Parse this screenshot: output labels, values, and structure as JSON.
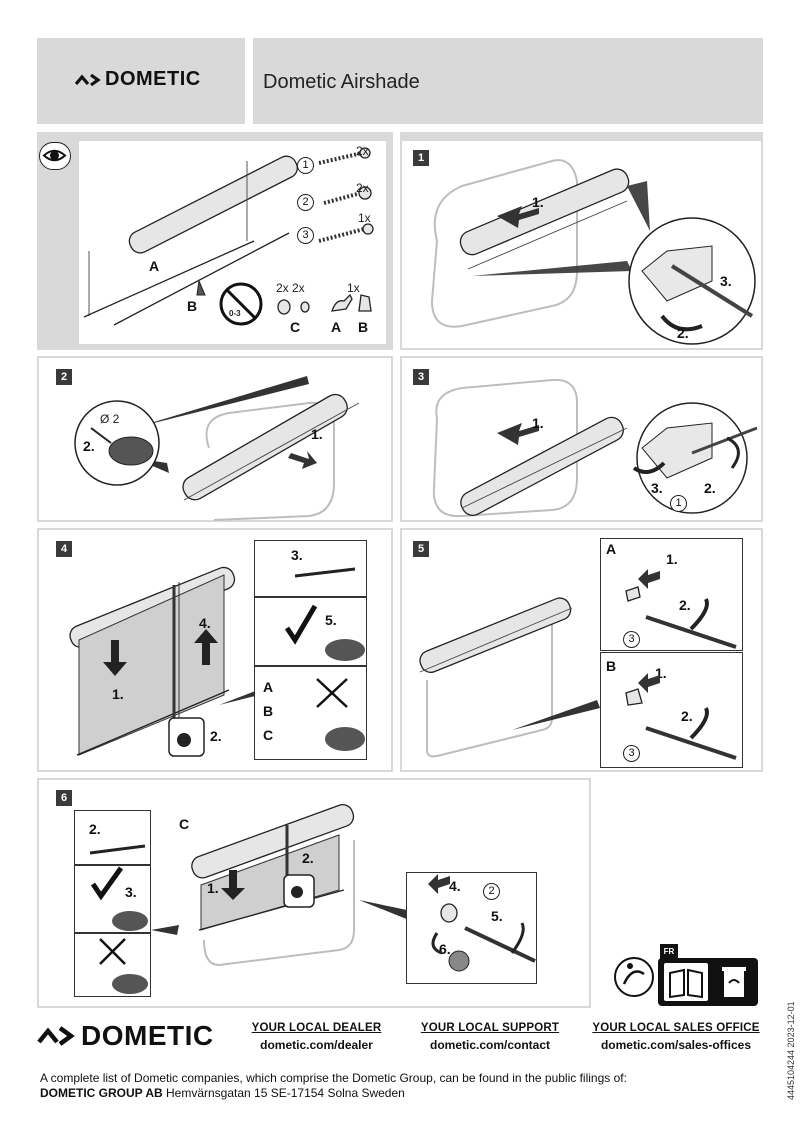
{
  "header": {
    "brand": "DOMETIC",
    "product_title": "Dometic Airshade"
  },
  "parts_panel": {
    "screw_counts": [
      "2x",
      "2x",
      "1x"
    ],
    "screw_numbers": [
      "1",
      "2",
      "3"
    ],
    "label_a": "A",
    "label_b": "B",
    "drill_depth": "0-3",
    "small_counts": [
      "2x 2x",
      "1x"
    ],
    "small_labels": [
      "C",
      "A",
      "B"
    ]
  },
  "steps": {
    "s1": {
      "num": "1",
      "labels": [
        "1.",
        "2.",
        "3."
      ]
    },
    "s2": {
      "num": "2",
      "labels": [
        "1.",
        "2."
      ],
      "diameter": "Ø 2"
    },
    "s3": {
      "num": "3",
      "labels": [
        "1.",
        "2.",
        "3."
      ],
      "circle": "1"
    },
    "s4": {
      "num": "4",
      "labels": [
        "1.",
        "2.",
        "3.",
        "4.",
        "5."
      ],
      "parts": [
        "A",
        "B",
        "C"
      ]
    },
    "s5": {
      "num": "5",
      "sub_a": "A",
      "sub_b": "B",
      "labels_a": [
        "1.",
        "2."
      ],
      "labels_b": [
        "1.",
        "2."
      ],
      "circle": "3"
    },
    "s6": {
      "num": "6",
      "sub_c": "C",
      "labels": [
        "1.",
        "2.",
        "3.",
        "4.",
        "5.",
        "6."
      ],
      "circle": "2"
    }
  },
  "recycle": {
    "badge": "FR"
  },
  "footer": {
    "brand": "DOMETIC",
    "dealer_title": "YOUR LOCAL DEALER",
    "dealer_url": "dometic.com/dealer",
    "support_title": "YOUR LOCAL SUPPORT",
    "support_url": "dometic.com/contact",
    "sales_title": "YOUR LOCAL SALES OFFICE",
    "sales_url": "dometic.com/sales-offices",
    "legal_line": "A complete list of Dometic companies, which comprise the Dometic Group, can be found in the public filings of:",
    "company": "DOMETIC GROUP AB",
    "address": " Hemvärnsgatan 15  SE-17154 Solna  Sweden",
    "doc_code": "4445104244   2023-12-01"
  }
}
